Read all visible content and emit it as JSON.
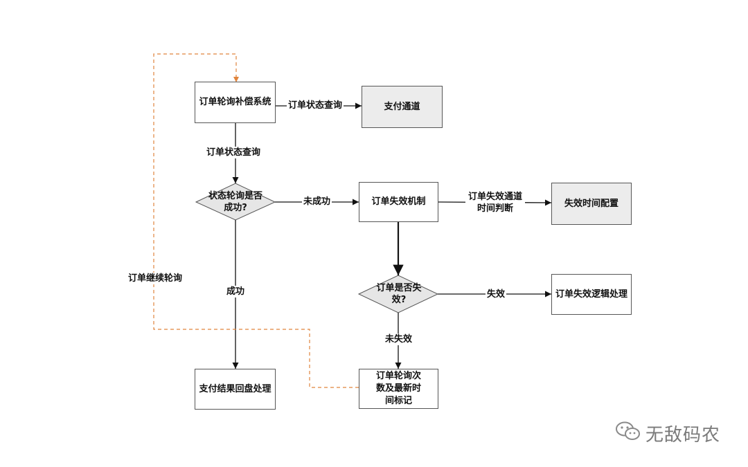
{
  "nodes": {
    "polling_system": "订单轮询补偿系统",
    "payment_channel": "支付通道",
    "order_expiry_mechanism": "订单失效机制",
    "expiry_time_config": "失效时间配置",
    "expiry_logic": "订单失效逻辑处理",
    "payment_result_handling": "支付结果回盘处理",
    "poll_count_marker": "订单轮询次数及最新时间标记"
  },
  "decisions": {
    "poll_success": "状态轮询是否成功?",
    "order_expired": "订单是否失效?"
  },
  "edges": {
    "order_status_query_right": "订单状态查询",
    "order_status_query_down": "订单状态查询",
    "not_success": "未成功",
    "success": "成功",
    "expiry_channel_check": "订单失效通道时间判断",
    "expired": "失效",
    "not_expired": "未失效",
    "continue_polling": "订单继续轮询"
  },
  "watermark": {
    "text": "无敌码农",
    "icon": "wechat-icon"
  },
  "colors": {
    "line": "#111111",
    "dashed": "#e0843c",
    "box_border": "#555555",
    "shaded_fill": "#ececec"
  }
}
